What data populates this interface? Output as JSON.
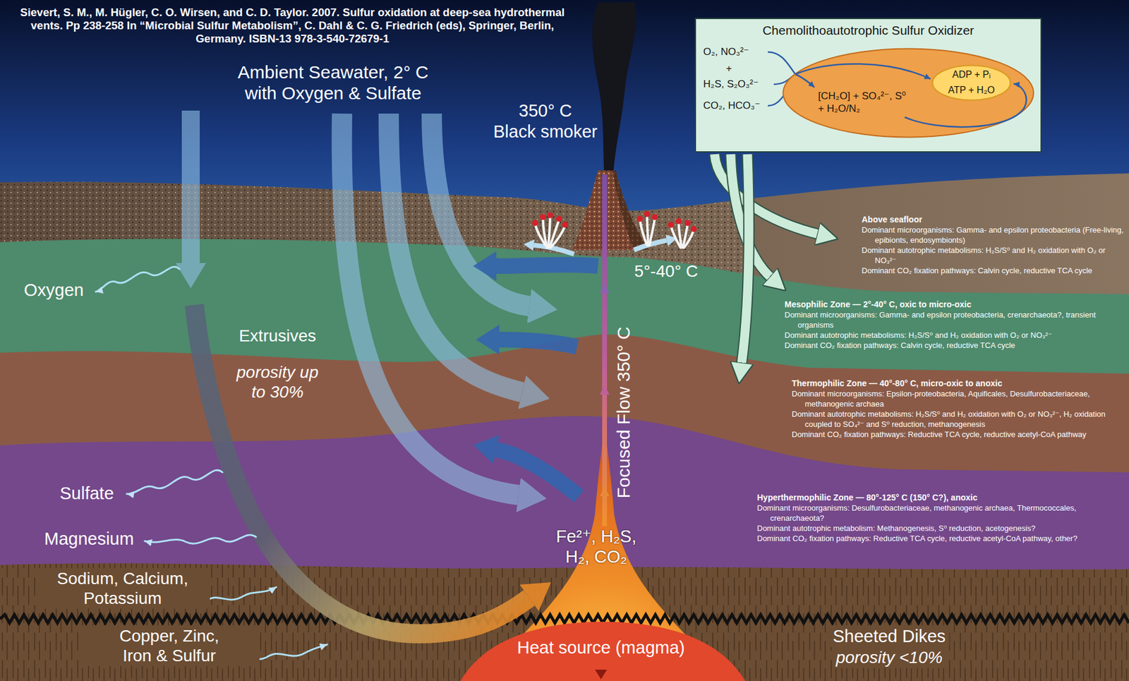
{
  "diagram": {
    "caption": "Sievert, S. M., M. Hügler, C. O. Wirsen, and C. D. Taylor. 2007. Sulfur oxidation at deep-sea hydrothermal vents. Pp 238-258 In “Microbial Sulfur Metabolism”, C. Dahl & C. G. Friedrich (eds), Springer, Berlin, Germany. ISBN-13 978-3-540-72679-1",
    "nodes": [
      {
        "text": [
          "Chemolithoautotrophic Sulfur Oxidizer",
          "O₂, NO₃²⁻",
          "+",
          "H₂S, S₂O₃²⁻",
          "CO₂, HCO₃⁻"
        ]
      },
      {
        "text": [
          "[CH₂O] + SO₄²⁻, S⁰ + H₂O/N₂"
        ],
        "in": 0
      },
      {
        "text": [
          "ADP + Pᵢ",
          "ATP + H₂O"
        ],
        "in": 1
      }
    ],
    "labels": [
      "Ambient Seawater, 2° C with Oxygen & Sulfate",
      "350° C",
      "Black smoker",
      "5°-40° C",
      "Oxygen",
      "Extrusives",
      "porosity up to 30%",
      "Focused Flow 350° C",
      "Sulfate",
      "Magnesium",
      "Sodium, Calcium, Potassium",
      "Fe²⁺, H₂S, H₂, CO₂",
      "Copper, Zinc, Iron & Sulfur",
      "Heat source (magma)",
      "Sheeted Dikes",
      "porosity <10%",
      "Above seafloor",
      "Dominant microorganisms: Gamma- and epsilon proteobacteria (Free-living, epibionts, endosymbionts)",
      "Dominant autotrophic metabolisms: H₂S/S⁰ and H₂ oxidation with O₂ or NO₃²⁻",
      "Dominant CO₂ fixation pathways: Calvin cycle, reductive TCA cycle",
      "Mesophilic Zone — 2°-40° C, oxic to micro-oxic",
      "Dominant microorganisms: Gamma- and epsilon proteobacteria, crenarchaeota?, transient organisms",
      "Dominant autotrophic metabolisms: H₂S/S⁰ and H₂ oxidation with O₂ or NO₃²⁻",
      "Dominant CO₂ fixation pathways: Calvin cycle, reductive TCA cycle",
      "Thermophilic Zone — 40°-80° C, micro-oxic to anoxic",
      "Dominant microorganisms: Epsilon-proteobacteria, Aquificales, Desulfurobacteriaceae, methanogenic archaea",
      "Dominant autotrophic metabolisms: H₂S/S⁰ and H₂ oxidation with O₂ or NO₃²⁻, H₂ oxidation coupled to SO₄²⁻ and S⁰ reduction, methanogenesis",
      "Dominant CO₂ fixation pathways: Reductive TCA cycle, reductive acetyl-CoA pathway",
      "Hyperthermophilic Zone — 80°-125° C (150° C?), anoxic",
      "Dominant microorganisms: Desulfurobacteriaceae, methanogenic archaea, Thermococcales, crenarchaeota?",
      "Dominant autotrophic metabolism: Methanogenesis, S⁰ reduction, acetogenesis?",
      "Dominant CO₂ fixation pathways: Reductive TCA cycle, reductive acetyl-CoA pathway, other?"
    ]
  }
}
